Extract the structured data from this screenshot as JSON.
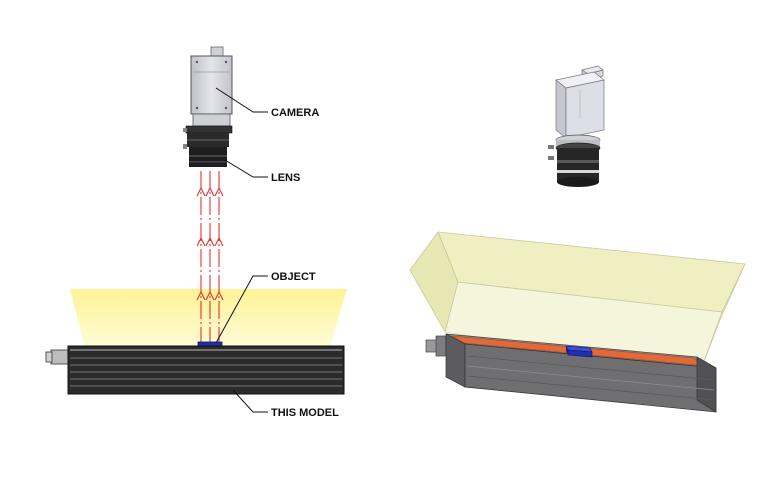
{
  "labels": {
    "camera": "CAMERA",
    "lens": "LENS",
    "object": "OBJECT",
    "model": "THIS MODEL"
  },
  "colors": {
    "background": "#ffffff",
    "light_fan": "#fff5a8",
    "light_fan_3d": "#eeeebb",
    "ray": "#e8302a",
    "camera_body": "#d9d9e0",
    "lens_body": "#222222",
    "light_bar": "#2b2b2b",
    "light_bar_3d": "#6f6f72",
    "emitter_strip": "#e06a3a",
    "object": "#1e2fb0"
  }
}
